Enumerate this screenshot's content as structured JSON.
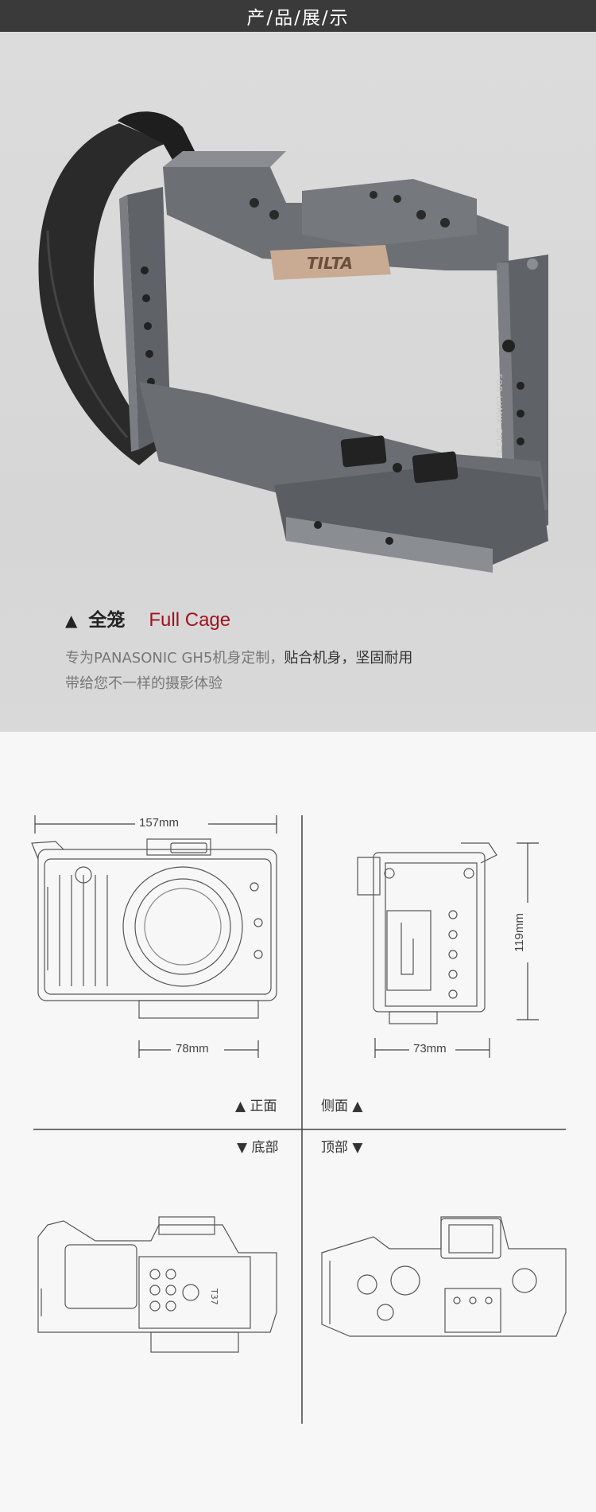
{
  "header": {
    "title": "产/品/展/示"
  },
  "hero": {
    "brand_plate": "TILTA",
    "side_engraving": "FOR LUMIX GH5 CAGE",
    "caption_marker": "▲",
    "caption_cn": "全笼",
    "caption_en": "Full Cage",
    "desc_line1_plain": "专为PANASONIC GH5机身定制，",
    "desc_line1_strong": "贴合机身，坚固耐用",
    "desc_line2": "带给您不一样的摄影体验"
  },
  "dimensions": {
    "front_width": "157mm",
    "front_base": "78mm",
    "side_width": "73mm",
    "side_height": "119mm"
  },
  "views": {
    "front": "▲ 正面",
    "side": "侧面 ▲",
    "bottom": "▼ 底部",
    "top": "顶部 ▼"
  },
  "bottom_view_mark": "T37",
  "colors": {
    "header_bg": "#3a3a3a",
    "accent_red": "#a0121c",
    "plate_tan": "#c9aa92"
  }
}
